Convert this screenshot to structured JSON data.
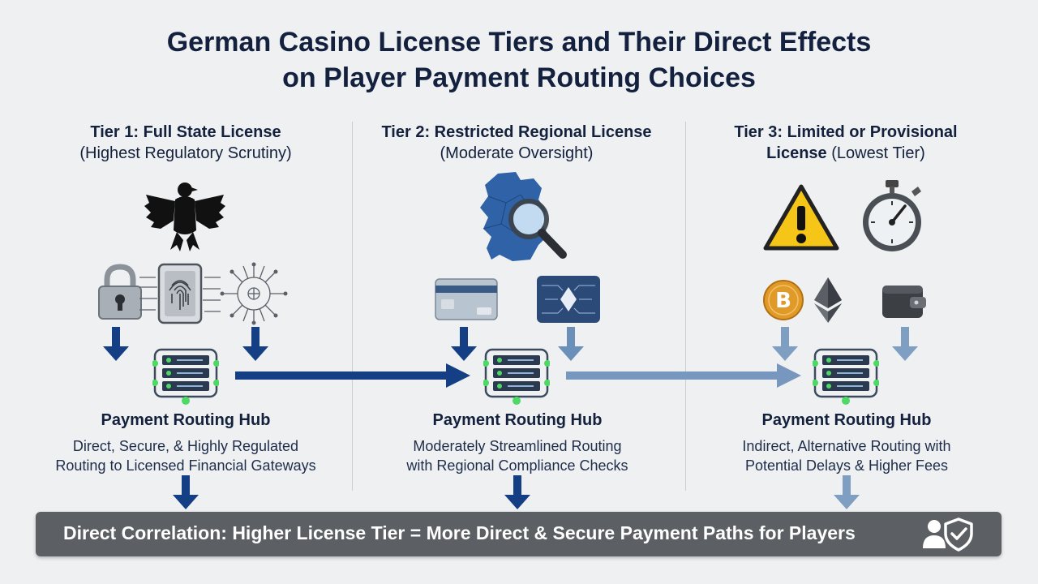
{
  "title": {
    "line1": "German Casino License Tiers and Their Direct Effects",
    "line2": "on Player Payment Routing Choices"
  },
  "tiers": [
    {
      "heading": "Tier 1: Full State License",
      "subheading": "(Highest Regulatory Scrutiny)",
      "hub_title": "Payment Routing Hub",
      "hub_line1": "Direct, Secure, & Highly Regulated",
      "hub_line2": "Routing to Licensed Financial Gateways",
      "icons": [
        "eagle-icon",
        "padlock-icon",
        "fingerprint-icon",
        "circuit-icon",
        "server-icon"
      ]
    },
    {
      "heading": "Tier 2: Restricted Regional License",
      "subheading": "(Moderate Oversight)",
      "hub_title": "Payment Routing Hub",
      "hub_line1": "Moderately Streamlined Routing",
      "hub_line2": "with Regional Compliance Checks",
      "icons": [
        "germany-map-icon",
        "magnifier-icon",
        "credit-card-icon",
        "chip-icon",
        "server-icon"
      ]
    },
    {
      "heading_line1": "Tier 3: Limited or Provisional",
      "heading_bold2": "License",
      "heading_rest2": " (Lowest Tier)",
      "hub_title": "Payment Routing Hub",
      "hub_line1": "Indirect, Alternative Routing with",
      "hub_line2": "Potential Delays & Higher Fees",
      "icons": [
        "warning-icon",
        "stopwatch-icon",
        "bitcoin-icon",
        "ethereum-icon",
        "wallet-icon",
        "server-icon"
      ]
    }
  ],
  "banner": {
    "text": "Direct Correlation: Higher License Tier = More Direct & Secure Payment Paths for Players",
    "icon": "user-shield-icon"
  },
  "colors": {
    "tier1_arrow": "#143f84",
    "tier2_arrow": "#6a8fb8",
    "tier3_arrow": "#7f9fc2",
    "banner_bg": "#5c5f63",
    "title": "#13213f"
  }
}
